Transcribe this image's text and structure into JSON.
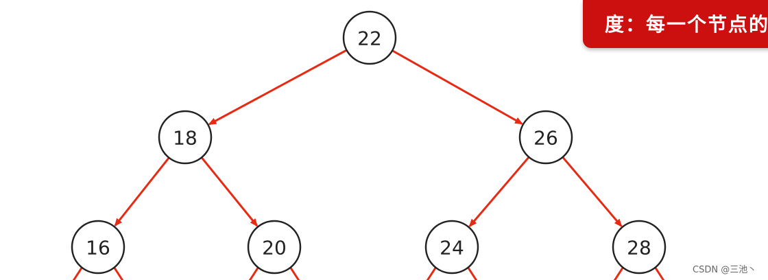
{
  "banner": {
    "text": "度：每一个节点的"
  },
  "watermark": {
    "text": "CSDN @三池丶"
  },
  "tree": {
    "nodes": [
      {
        "id": "n22",
        "label": "22"
      },
      {
        "id": "n18",
        "label": "18"
      },
      {
        "id": "n26",
        "label": "26"
      },
      {
        "id": "n16",
        "label": "16"
      },
      {
        "id": "n20",
        "label": "20"
      },
      {
        "id": "n24",
        "label": "24"
      },
      {
        "id": "n28",
        "label": "28"
      }
    ],
    "edges": [
      {
        "from": "n22",
        "to": "n18"
      },
      {
        "from": "n22",
        "to": "n26"
      },
      {
        "from": "n18",
        "to": "n16"
      },
      {
        "from": "n18",
        "to": "n20"
      },
      {
        "from": "n26",
        "to": "n24"
      },
      {
        "from": "n26",
        "to": "n28"
      }
    ],
    "edge_color": "#e62a13",
    "node_stroke_color": "#222222"
  }
}
